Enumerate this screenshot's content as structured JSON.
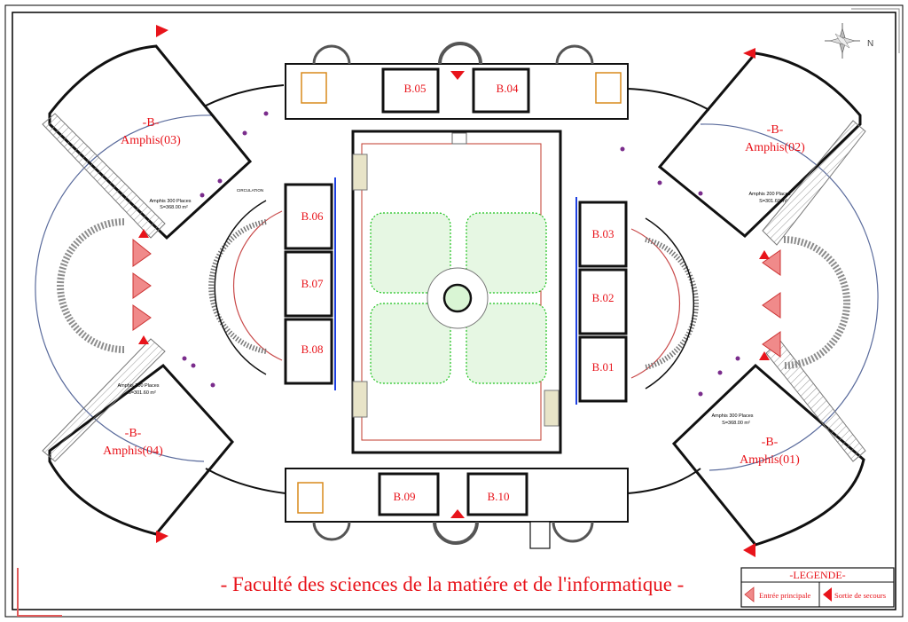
{
  "title": "- Faculté des sciences de la matiére et de l'informatique -",
  "compass": {
    "label": "N"
  },
  "amphis": [
    {
      "block": "-B-",
      "name": "Amphis(03)",
      "caption": "Amphis 300 Places",
      "area": "S=368.00 m²"
    },
    {
      "block": "-B-",
      "name": "Amphis(02)",
      "caption": "Amphis 200 Places",
      "area": "S=301.60 m²"
    },
    {
      "block": "-B-",
      "name": "Amphis(04)",
      "caption": "Amphis 200 Places",
      "area": "S=301.60 m²"
    },
    {
      "block": "-B-",
      "name": "Amphis(01)",
      "caption": "Amphis 300 Places",
      "area": "S=368.00 m²"
    }
  ],
  "rooms": [
    "B.05",
    "B.04",
    "B.06",
    "B.07",
    "B.08",
    "B.03",
    "B.02",
    "B.01",
    "B.09",
    "B.10"
  ],
  "circulation": "CIRCULATION",
  "legend": {
    "title": "-LEGENDE-",
    "main_entrance": "Entrée principale",
    "emergency_exit": "Sortie de secours"
  },
  "colors": {
    "walls": "#000000",
    "label_red": "#e8141b",
    "glazing_blue": "#1d3fe0",
    "garden_green": "#1fc21f",
    "stairs_orange": "#d98a1c",
    "columns_purple": "#7a2c8c",
    "hatch_gray": "#8c8c8c"
  }
}
